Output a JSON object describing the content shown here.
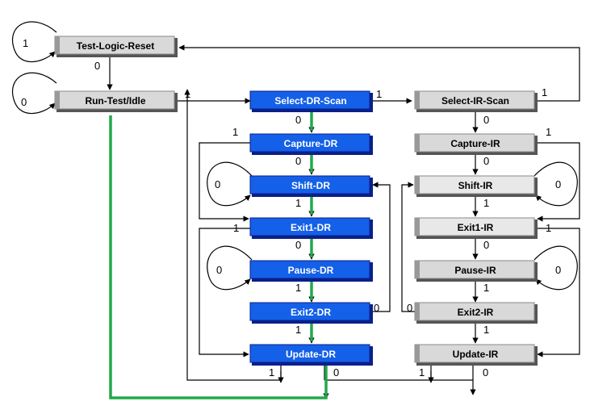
{
  "colors": {
    "dr_fill": "#1460e8",
    "dr_border_dark": "#0a1f8a",
    "dr_text": "#ffffff",
    "ir_fill": "#d9d9d9",
    "ir_border_dark": "#555555",
    "ir_text": "#000000",
    "line": "#000000",
    "highlight_path": "#22a84a"
  },
  "states": {
    "tlr": "Test-Logic-Reset",
    "rti": "Run-Test/Idle",
    "sdr": "Select-DR-Scan",
    "cdr": "Capture-DR",
    "shdr": "Shift-DR",
    "e1dr": "Exit1-DR",
    "pdr": "Pause-DR",
    "e2dr": "Exit2-DR",
    "udr": "Update-DR",
    "sir": "Select-IR-Scan",
    "cir": "Capture-IR",
    "shir": "Shift-IR",
    "e1ir": "Exit1-IR",
    "pir": "Pause-IR",
    "e2ir": "Exit2-IR",
    "uir": "Update-IR"
  },
  "transitions": {
    "tlr_self": "1",
    "tlr_to_rti": "0",
    "rti_self": "0",
    "rti_to_sdr": "1",
    "sdr_to_sir": "1",
    "sir_to_tlr": "1",
    "sdr_to_cdr": "0",
    "cdr_to_shdr": "0",
    "cdr_to_e1dr": "1",
    "shdr_self": "0",
    "shdr_to_e1dr": "1",
    "e1dr_to_pdr": "0",
    "e1dr_to_udr": "1",
    "pdr_self": "0",
    "pdr_to_e2dr": "1",
    "e2dr_to_shdr": "0",
    "e2dr_to_udr": "1",
    "udr_to_sdr": "1",
    "udr_to_rti": "0",
    "sir_to_cir": "0",
    "cir_to_shir": "0",
    "cir_to_e1ir": "1",
    "shir_self": "0",
    "shir_to_e1ir": "1",
    "e1ir_to_pir": "0",
    "e1ir_to_uir": "1",
    "pir_self": "0",
    "pir_to_e2ir": "1",
    "e2ir_to_shir": "0",
    "e2ir_to_uir": "1",
    "uir_to_sdr": "1",
    "uir_to_rti": "0"
  }
}
